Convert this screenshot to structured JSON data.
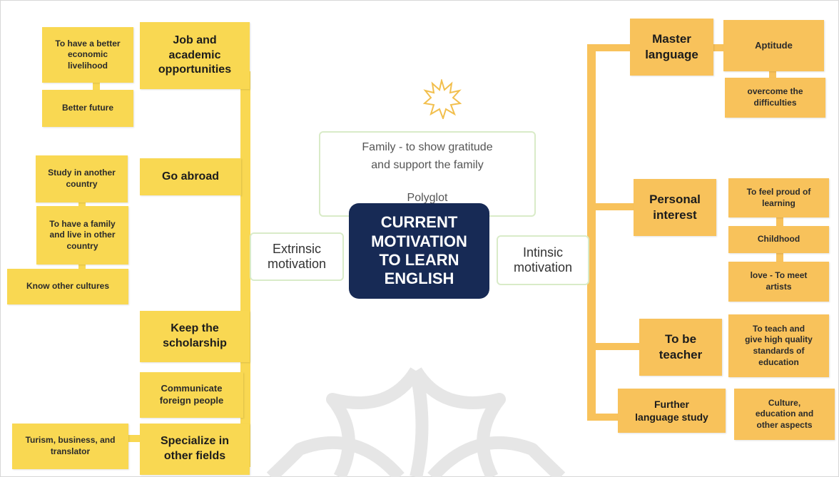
{
  "center_title": "CURRENT\nMOTIVATION\nTO LEARN\nENGLISH",
  "extrinsic_label": "Extrinsic\nmotivation",
  "intrinsic_label": "Intinsic\nmotivation",
  "top_note": "Family - to show gratitude\nand support the family",
  "polyglot": "Polyglot",
  "left": {
    "job_academic": "Job and\nacademic\nopportunities",
    "better_livelihood": "To have a better\neconomic\nlivelihood",
    "better_future": "Better future",
    "go_abroad": "Go abroad",
    "study_another_country": "Study in another\ncountry",
    "family_other_country": "To have a family\nand live in other\ncountry",
    "know_cultures": "Know other cultures",
    "keep_scholarship": "Keep the\nscholarship",
    "communicate_foreign": "Communicate\nforeign people",
    "specialize": "Specialize in\nother fields",
    "turism": "Turism, business, and\ntranslator"
  },
  "right": {
    "master_language": "Master\nlanguage",
    "aptitude": "Aptitude",
    "overcome": "overcome the\ndifficulties",
    "personal_interest": "Personal\ninterest",
    "proud_learning": "To feel proud of\nlearning",
    "childhood": "Childhood",
    "love_artists": "love - To meet\nartists",
    "be_teacher": "To be\nteacher",
    "teach_quality": "To teach and\ngive high quality\nstandards of\neducation",
    "further_study": "Further\nlanguage study",
    "culture_aspects": "Culture,\neducation and\nother aspects"
  },
  "colors": {
    "left_fill": "#f9d852",
    "right_fill": "#f8c25b",
    "center_fill": "#172a55",
    "outline": "#d9ebc8"
  },
  "icons": [
    "sun-icon",
    "mandala-watermark"
  ]
}
